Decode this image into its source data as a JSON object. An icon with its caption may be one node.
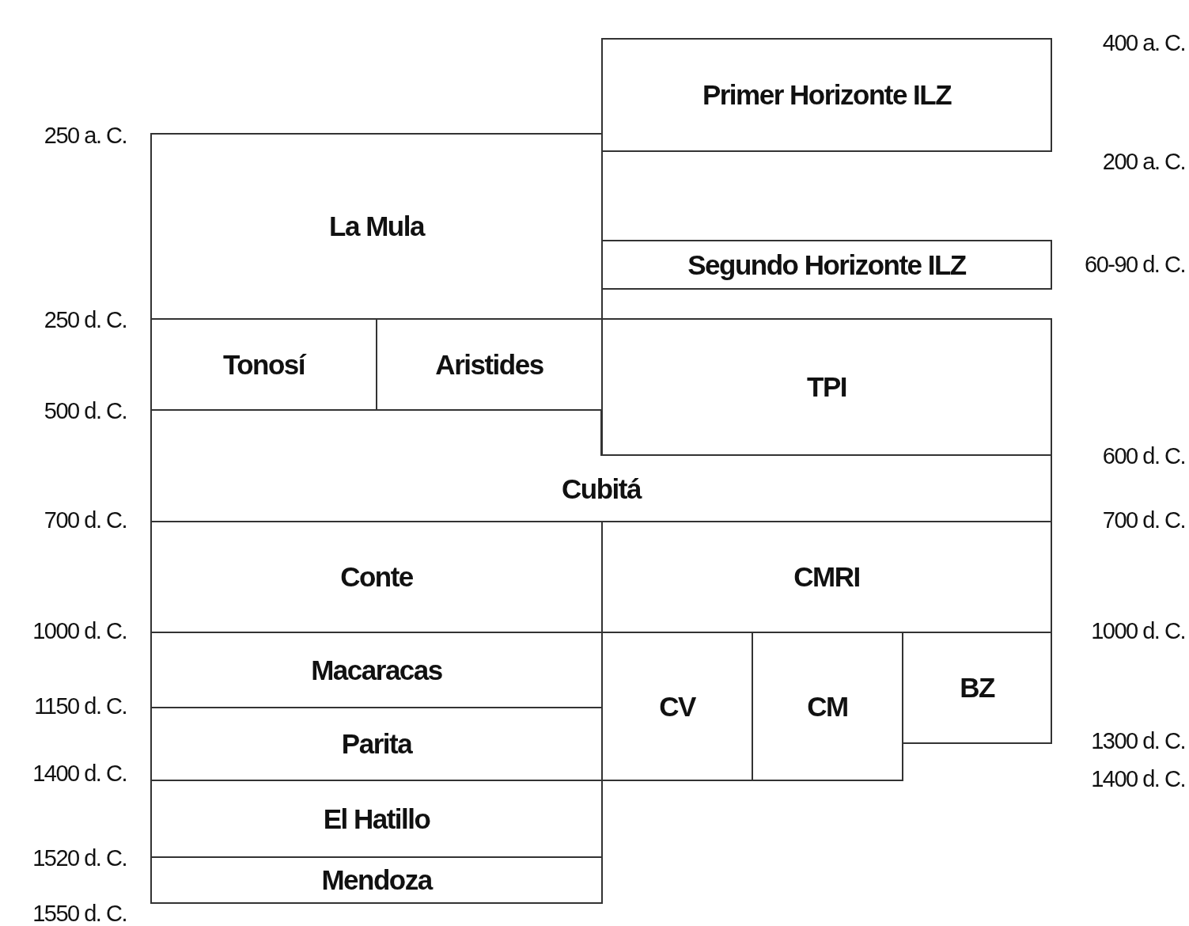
{
  "diagram": {
    "nodes": [
      {
        "text": [
          "Primer Horizonte ILZ"
        ]
      },
      {
        "text": [
          "La Mula"
        ]
      },
      {
        "text": [
          "Segundo Horizonte ILZ"
        ]
      },
      {
        "text": [
          "Tonosí"
        ]
      },
      {
        "text": [
          "Aristides"
        ]
      },
      {
        "text": [
          "TPI"
        ]
      },
      {
        "text": [
          "Cubitá"
        ]
      },
      {
        "text": [
          "Conte"
        ]
      },
      {
        "text": [
          "CMRI"
        ]
      },
      {
        "text": [
          "Macaracas"
        ]
      },
      {
        "text": [
          "CV"
        ]
      },
      {
        "text": [
          "CM"
        ]
      },
      {
        "text": [
          "BZ"
        ]
      },
      {
        "text": [
          "Parita"
        ]
      },
      {
        "text": [
          "El Hatillo"
        ]
      },
      {
        "text": [
          "Mendoza"
        ]
      }
    ],
    "labels": [
      "400 a. C.",
      "250 a. C.",
      "200 a. C.",
      "60-90 d. C.",
      "250 d. C.",
      "500 d. C.",
      "600 d. C.",
      "700 d. C.",
      "700 d. C.",
      "1000 d. C.",
      "1000 d. C.",
      "1150 d. C.",
      "1300 d. C.",
      "1400 d. C.",
      "1400 d. C.",
      "1520 d. C.",
      "1550 d. C."
    ]
  }
}
